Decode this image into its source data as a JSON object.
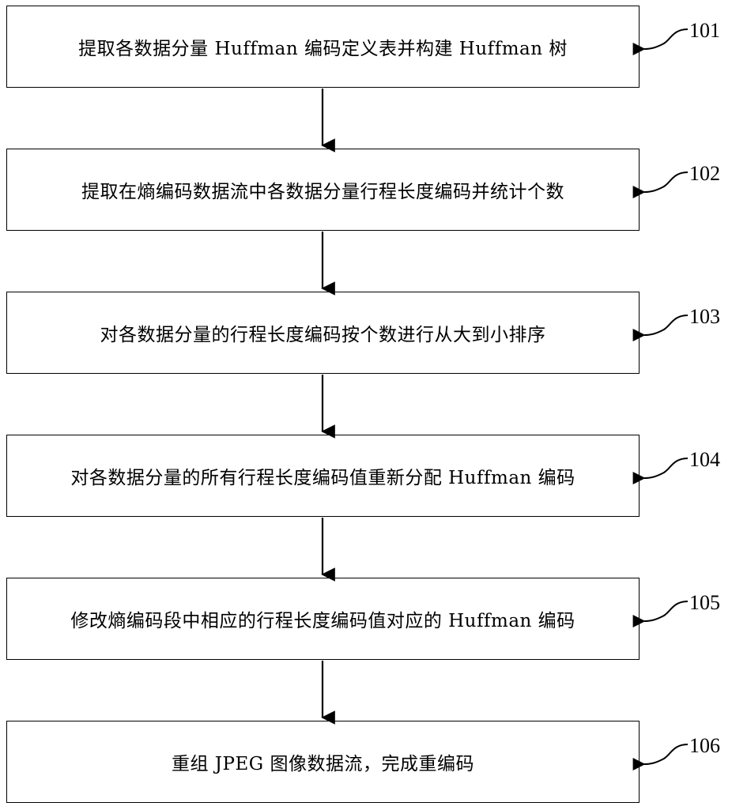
{
  "steps": [
    {
      "id": "101",
      "text": "提取各数据分量 Huffman 编码定义表并构建 Huffman 树"
    },
    {
      "id": "102",
      "text": "提取在熵编码数据流中各数据分量行程长度编码并统计个数"
    },
    {
      "id": "103",
      "text": "对各数据分量的行程长度编码按个数进行从大到小排序"
    },
    {
      "id": "104",
      "text": "对各数据分量的所有行程长度编码值重新分配 Huffman 编码"
    },
    {
      "id": "105",
      "text": "修改熵编码段中相应的行程长度编码值对应的 Huffman 编码"
    },
    {
      "id": "106",
      "text": "重组 JPEG 图像数据流，完成重编码"
    }
  ]
}
